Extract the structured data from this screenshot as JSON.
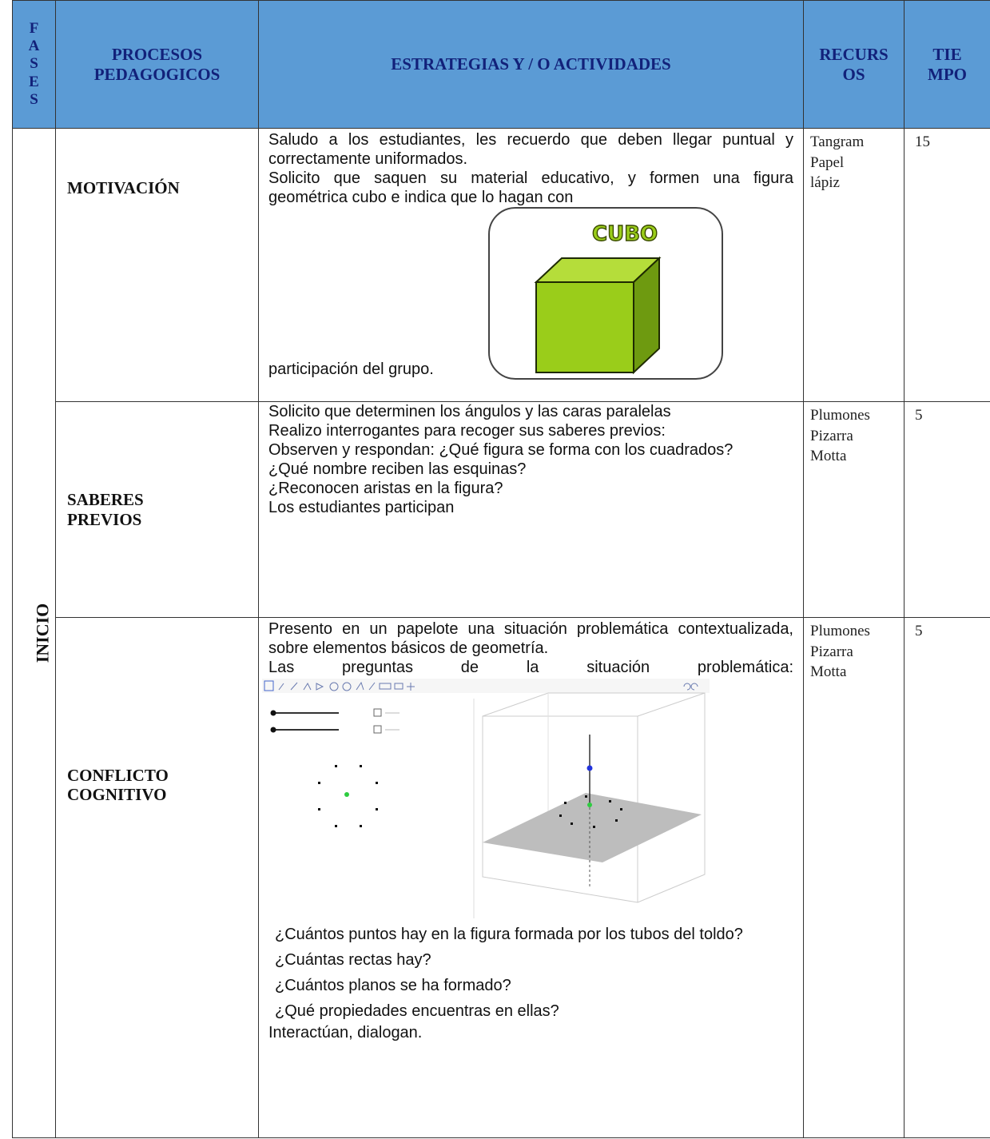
{
  "headers": {
    "fases": "F A S E S",
    "procesos": "PROCESOS PEDAGOGICOS",
    "estrategias": "ESTRATEGIAS Y / O ACTIVIDADES",
    "recursos": "RECURS OS",
    "tiempo": "TIE MPO"
  },
  "fase": "INICIO",
  "rows": [
    {
      "proceso": "MOTIVACIÓN",
      "text1": "Saludo a los estudiantes, les recuerdo que deben llegar puntual y correctamente uniformados.",
      "text2": "Solicito que saquen su material educativo,  y formen una figura geométrica cubo e indica que lo hagan con",
      "text3": "participación del grupo.",
      "image_label": "CUBO",
      "recursos": [
        "Tangram",
        "Papel",
        "lápiz"
      ],
      "tiempo": "15"
    },
    {
      "proceso": "SABERES PREVIOS",
      "lines": [
        "Solicito que determinen los ángulos y las caras paralelas",
        "Realizo interrogantes para recoger sus saberes previos:",
        "Observen y respondan: ¿Qué figura se forma con los cuadrados?",
        "¿Qué nombre reciben las esquinas?",
        "¿Reconocen aristas en la figura?",
        "Los estudiantes participan"
      ],
      "recursos": [
        "Plumones",
        "Pizarra",
        "Motta"
      ],
      "tiempo": "5"
    },
    {
      "proceso": "CONFLICTO COGNITIVO",
      "intro": "Presento en un papelote una situación problemática contextualizada, sobre elementos básicos de geometría.",
      "intro2": "Las preguntas de la situación problemática:",
      "questions": [
        "¿Cuántos puntos hay en la figura formada por los tubos del toldo?",
        "¿Cuántas rectas hay?",
        "¿Cuántos planos se ha formado?",
        "¿Qué propiedades encuentras en ellas?"
      ],
      "closing": "Interactúan, dialogan.",
      "recursos": [
        "Plumones",
        "Pizarra",
        "Motta"
      ],
      "tiempo": "5"
    }
  ],
  "colors": {
    "header_bg": "#5b9bd5",
    "header_text": "#12217a",
    "cube_green": "#9acd1a"
  }
}
